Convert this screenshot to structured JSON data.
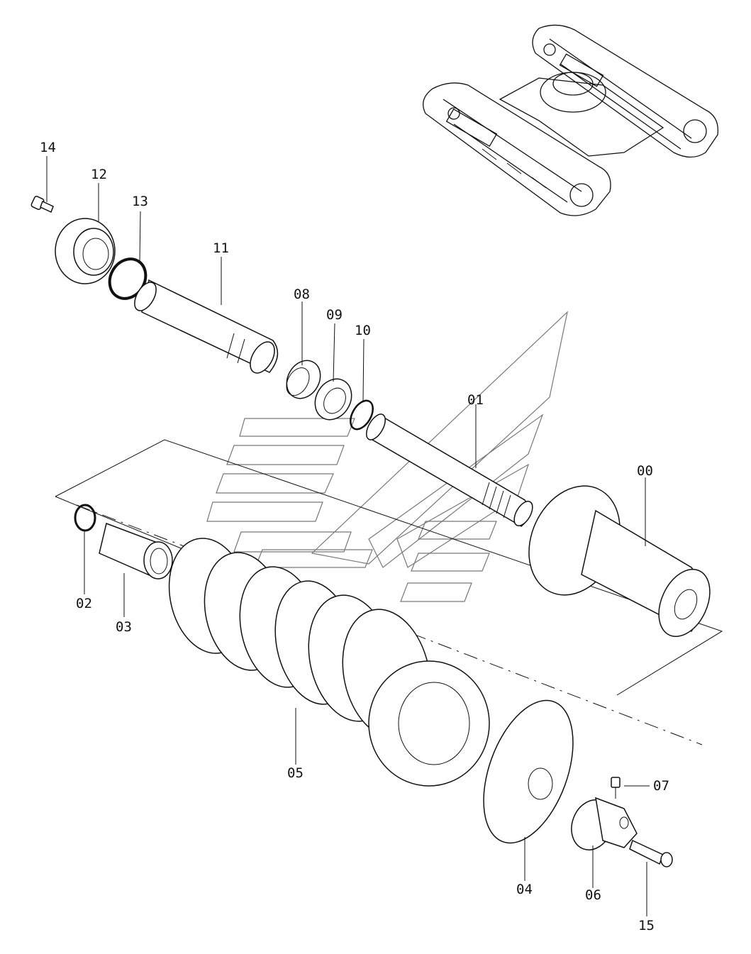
{
  "parts": [
    {
      "id": "p00",
      "number": "00"
    },
    {
      "id": "p01",
      "number": "01"
    },
    {
      "id": "p02",
      "number": "02"
    },
    {
      "id": "p03",
      "number": "03"
    },
    {
      "id": "p04",
      "number": "04"
    },
    {
      "id": "p05",
      "number": "05"
    },
    {
      "id": "p06",
      "number": "06"
    },
    {
      "id": "p07",
      "number": "07"
    },
    {
      "id": "p08",
      "number": "08"
    },
    {
      "id": "p09",
      "number": "09"
    },
    {
      "id": "p10",
      "number": "10"
    },
    {
      "id": "p11",
      "number": "11"
    },
    {
      "id": "p12",
      "number": "12"
    },
    {
      "id": "p13",
      "number": "13"
    },
    {
      "id": "p14",
      "number": "14"
    },
    {
      "id": "p15",
      "number": "15"
    }
  ]
}
